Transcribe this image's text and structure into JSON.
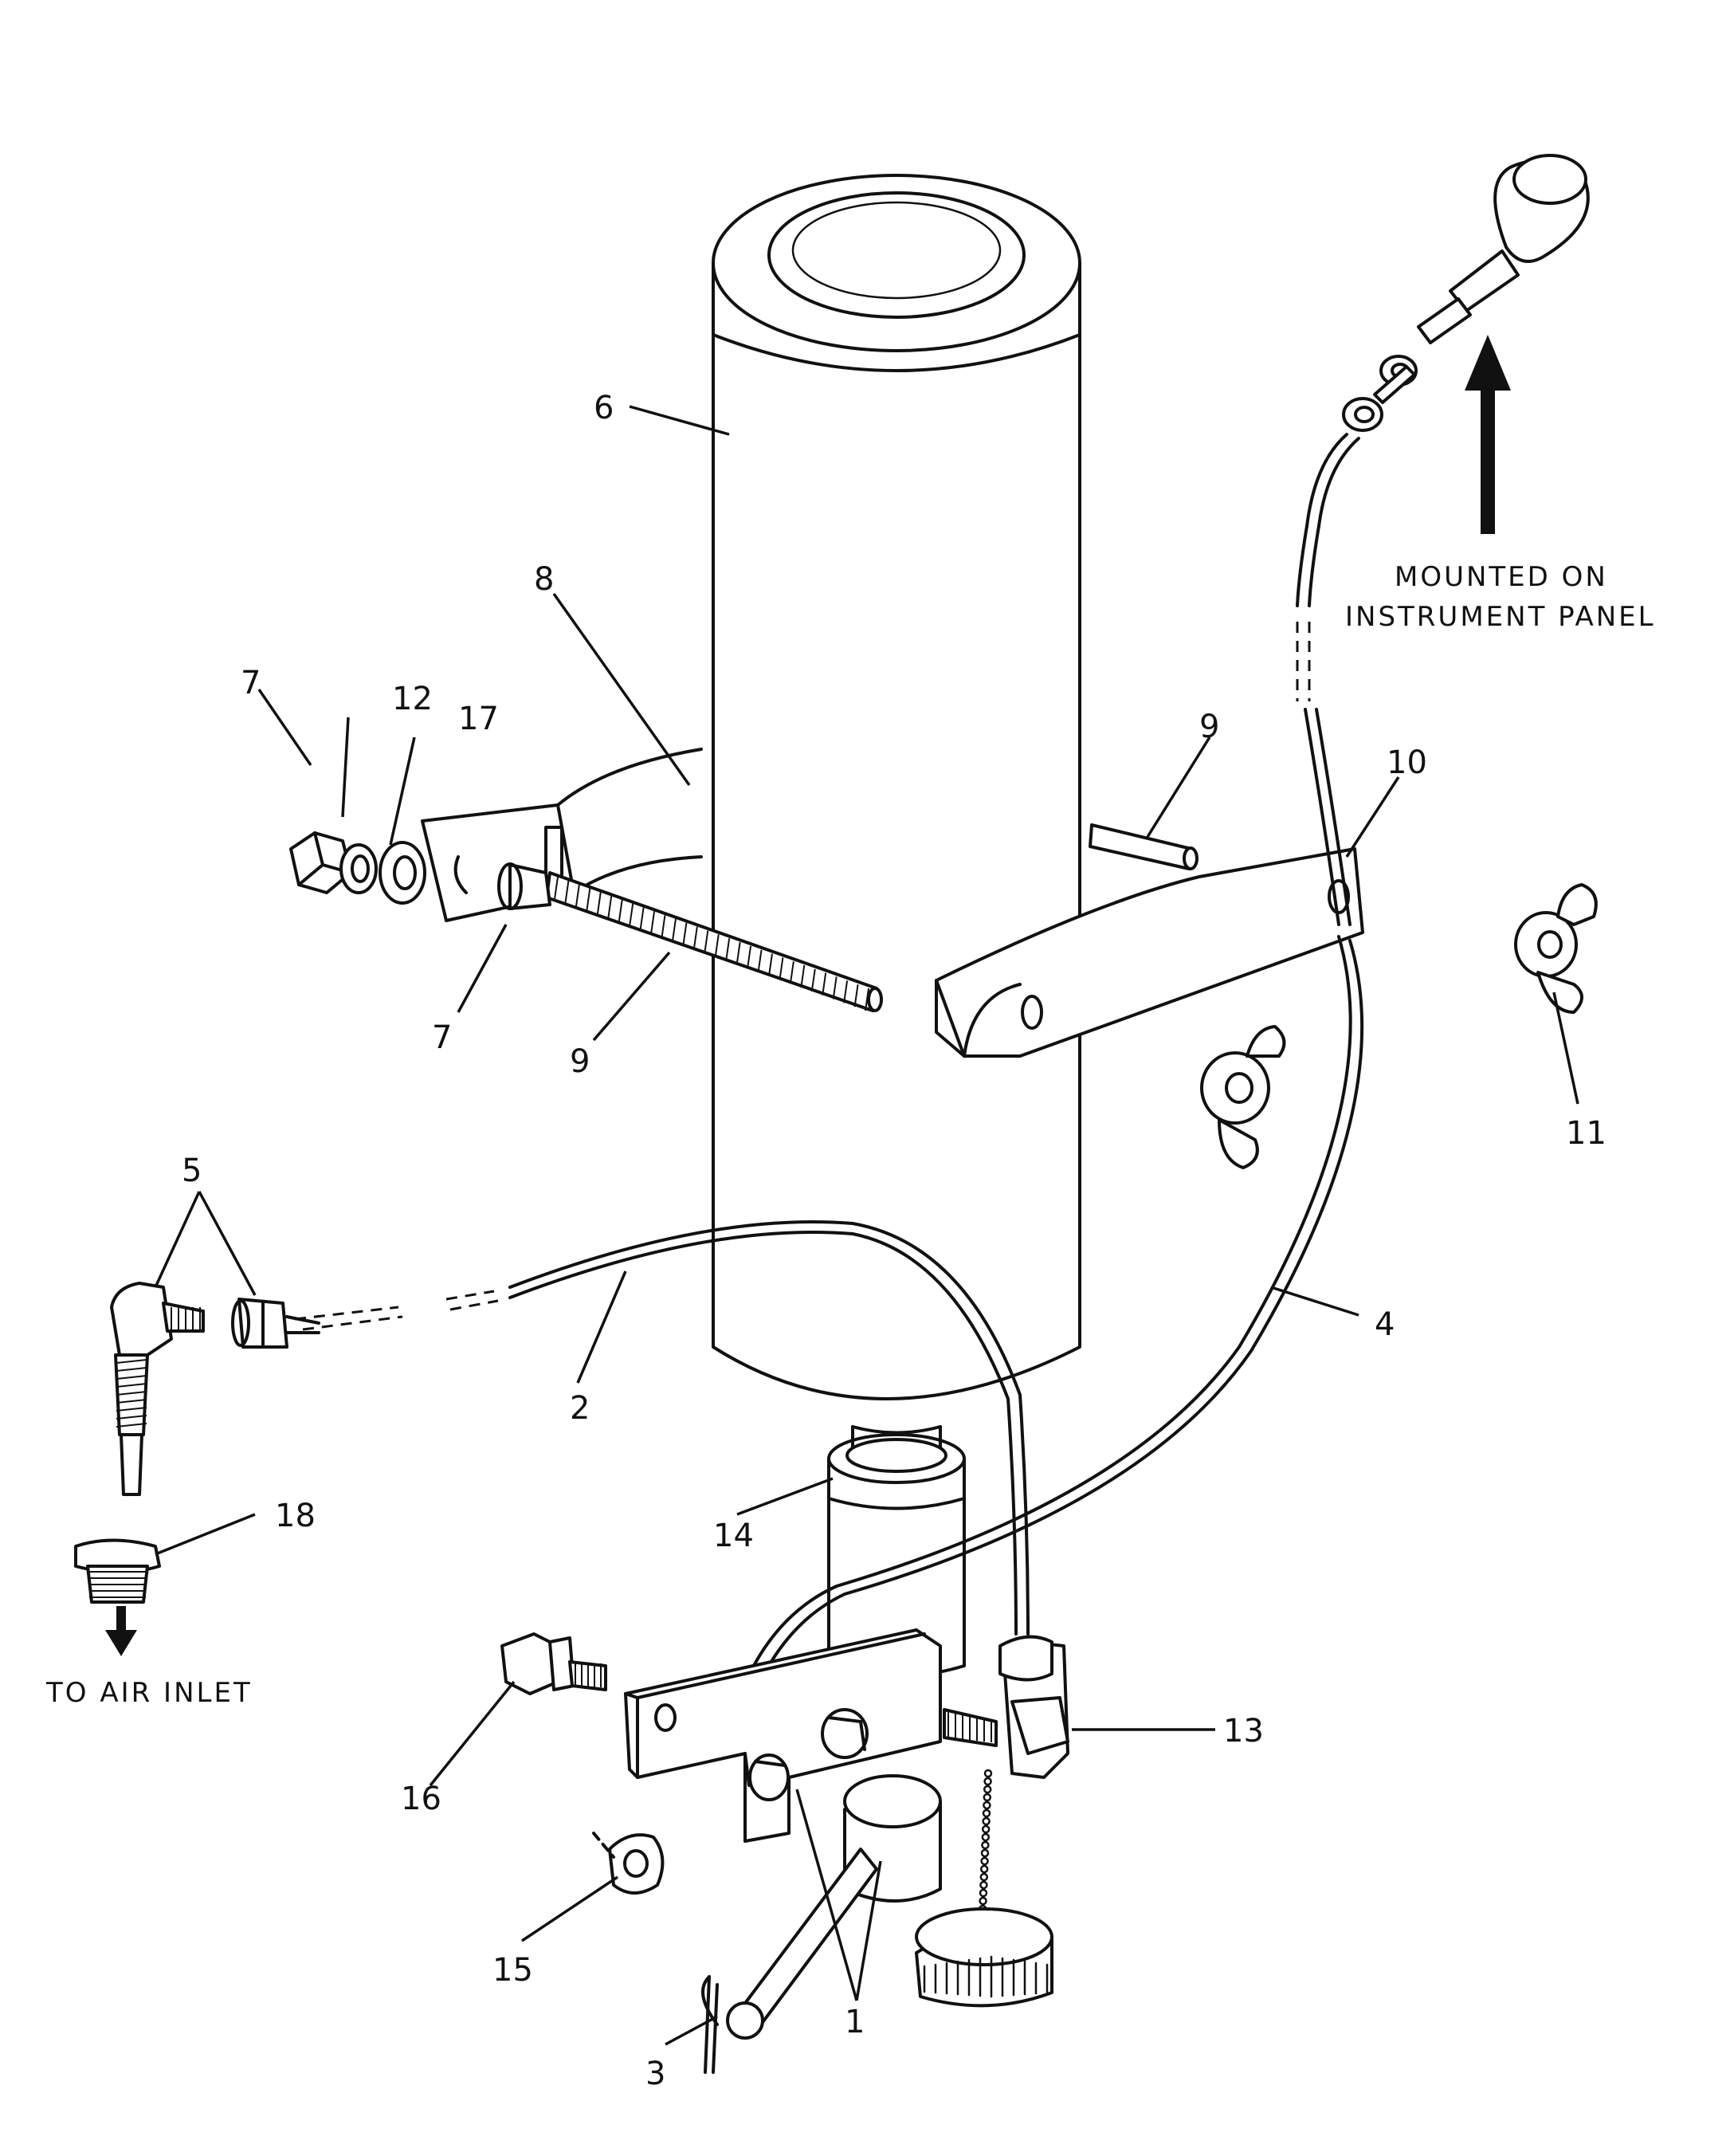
{
  "diagram": {
    "callouts": {
      "c1": "1",
      "c2": "2",
      "c3": "3",
      "c4": "4",
      "c5": "5",
      "c6": "6",
      "c7a": "7",
      "c7b": "7",
      "c8": "8",
      "c9a": "9",
      "c9b": "9",
      "c10": "10",
      "c11": "11",
      "c12": "12",
      "c13": "13",
      "c14": "14",
      "c15": "15",
      "c16": "16",
      "c17": "17",
      "c18": "18"
    },
    "notes": {
      "mounted_line1": "MOUNTED ON",
      "mounted_line2": "INSTRUMENT PANEL",
      "air_inlet": "TO AIR INLET"
    }
  }
}
